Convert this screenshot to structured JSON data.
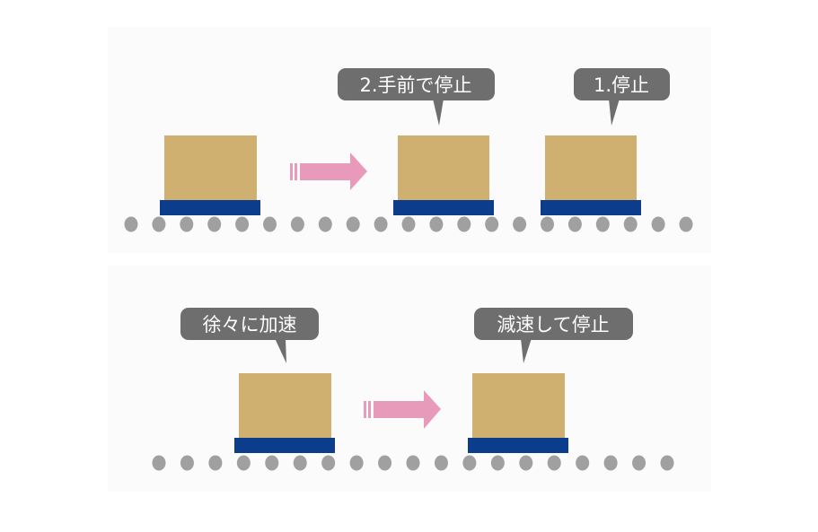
{
  "colors": {
    "box": "#cfb070",
    "pallet": "#0b3d8c",
    "roller": "#a0a0a0",
    "arrow": "#e89aba",
    "callout": "#6e6e6e",
    "panel": "#fbfbfb"
  },
  "top_scene": {
    "callouts": [
      "2.手前で停止",
      "1.停止"
    ]
  },
  "bottom_scene": {
    "callouts": [
      "徐々に加速",
      "減速して停止"
    ]
  }
}
